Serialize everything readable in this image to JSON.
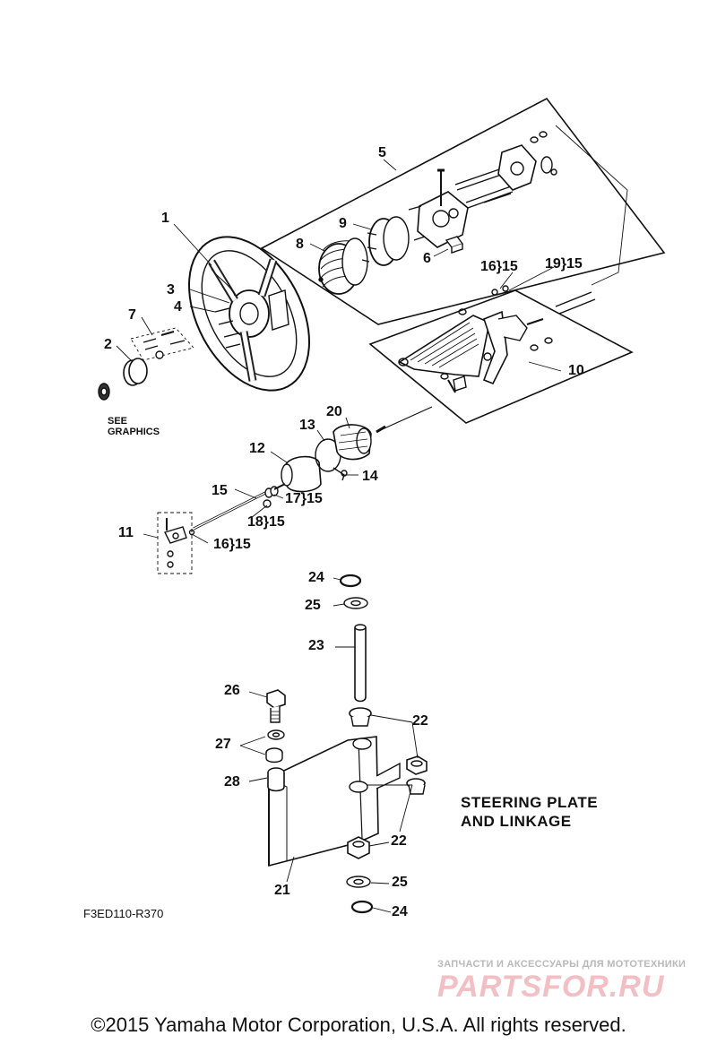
{
  "callouts": {
    "c1": "1",
    "c2": "2",
    "c3": "3",
    "c4": "4",
    "c5": "5",
    "c6": "6",
    "c7": "7",
    "c8": "8",
    "c9": "9",
    "c10": "10",
    "c11": "11",
    "c12": "12",
    "c13": "13",
    "c14": "14",
    "c15": "15",
    "c16a": "16}15",
    "c19": "19}15",
    "c20": "20",
    "c17": "17}15",
    "c18": "18}15",
    "c16b": "16}15",
    "c24a": "24",
    "c25a": "25",
    "c23": "23",
    "c26": "26",
    "c22a": "22",
    "c27": "27",
    "c28": "28",
    "c22b": "22",
    "c21": "21",
    "c25b": "25",
    "c24b": "24"
  },
  "see_graphics": [
    "SEE",
    "GRAPHICS"
  ],
  "title_lines": [
    "STEERING PLATE",
    "AND LINKAGE"
  ],
  "drawing_code": "F3ED110-R370",
  "watermark": {
    "tagline": "ЗАПЧАСТИ И АКСЕССУАРЫ ДЛЯ МОТОТЕХНИКИ",
    "logo": "PARTSFOR.RU",
    "color": "#f2c0c4"
  },
  "copyright": "©2015 Yamaha Motor Corporation, U.S.A. All rights reserved."
}
